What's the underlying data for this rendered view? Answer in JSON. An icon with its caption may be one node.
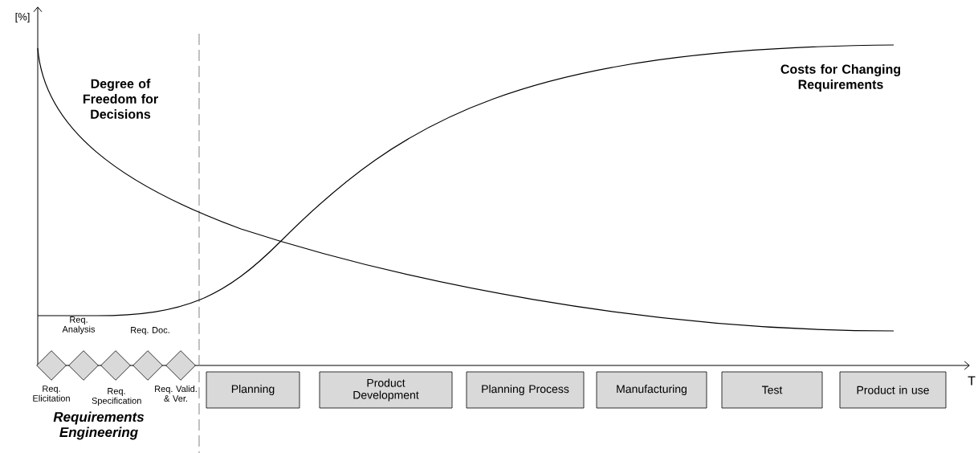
{
  "diagram": {
    "nodes": [
      {
        "text": [],
        "shape": "diamond",
        "beside": [
          "Req. Elicitation"
        ]
      },
      {
        "text": [],
        "shape": "diamond",
        "beside": [
          "Req. Analysis"
        ]
      },
      {
        "text": [],
        "shape": "diamond",
        "beside": [
          "Req. Specification"
        ]
      },
      {
        "text": [],
        "shape": "diamond",
        "beside": [
          "Req. Doc."
        ]
      },
      {
        "text": [],
        "shape": "diamond",
        "beside": [
          "Req. Valid. & Ver."
        ]
      },
      {
        "text": [
          "Planning"
        ]
      },
      {
        "text": [
          "Product Development"
        ]
      },
      {
        "text": [
          "Planning Process"
        ]
      },
      {
        "text": [
          "Manufacturing"
        ]
      },
      {
        "text": [
          "Test"
        ]
      },
      {
        "text": [
          "Product in use"
        ]
      }
    ],
    "labels": [
      "[%]",
      "Degree of Freedom for Decisions",
      "Costs for Changing Requirements",
      "T",
      "Requirements Engineering"
    ]
  }
}
